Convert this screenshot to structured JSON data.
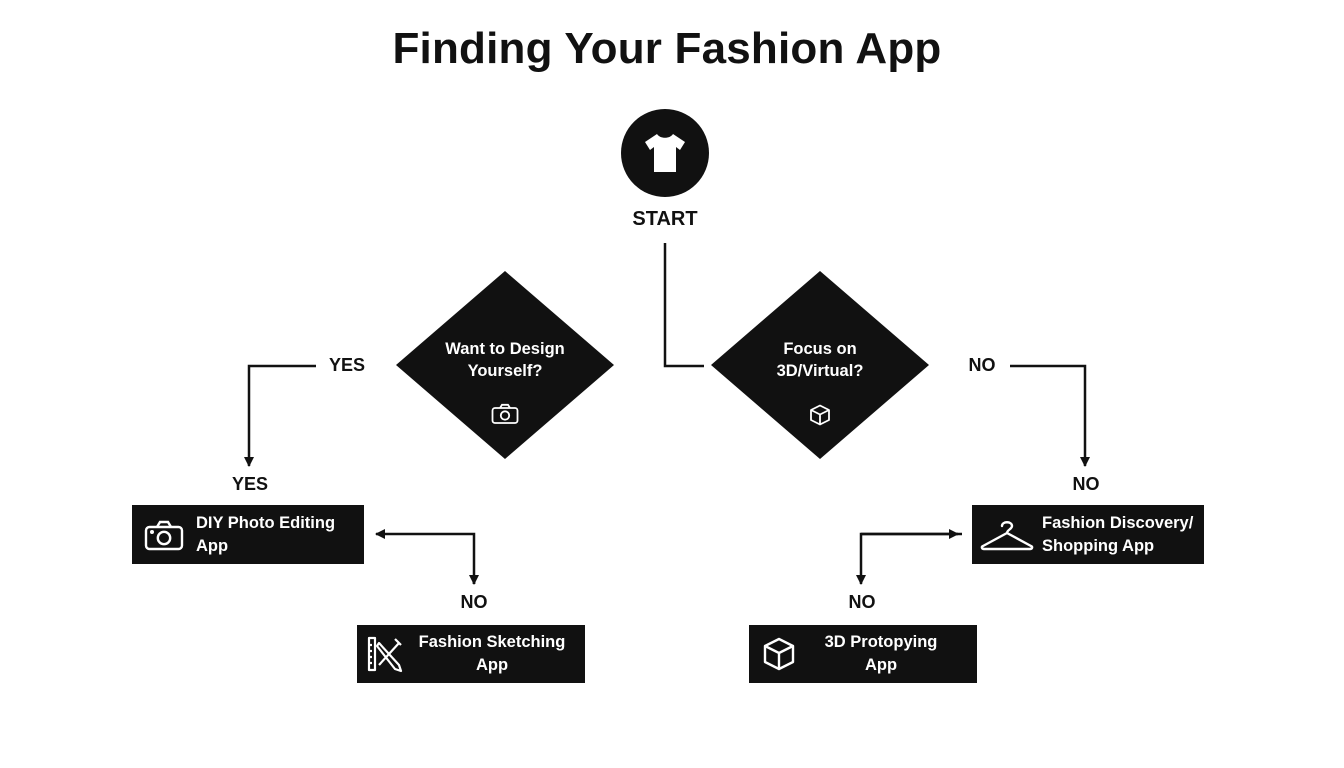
{
  "title": "Finding Your Fashion App",
  "start": {
    "label": "START",
    "icon": "tshirt-icon"
  },
  "decisions": [
    {
      "question": "Want to Design Yourself?",
      "icon": "camera-icon"
    },
    {
      "question": "Focus on 3D/Virtual?",
      "icon": "cube-icon"
    }
  ],
  "branch_labels": {
    "left_top": "YES",
    "left_bottom": "YES",
    "left_no": "NO",
    "right_top": "NO",
    "right_bottom": "NO",
    "right_no": "NO"
  },
  "apps": {
    "diy_photo": {
      "line1": "DIY Photo Editing",
      "line2": "App",
      "icon": "camera-icon"
    },
    "sketching": {
      "line1": "Fashion Sketching",
      "line2": "App",
      "icon": "pencil-ruler-icon"
    },
    "discovery": {
      "line1": "Fashion Discovery/",
      "line2": "Shopping App",
      "icon": "hanger-icon"
    },
    "prototyping": {
      "line1": "3D Protopying",
      "line2": "App",
      "icon": "cube-icon"
    }
  },
  "colors": {
    "ink": "#111111",
    "background": "#ffffff",
    "text_on_dark": "#ffffff"
  }
}
